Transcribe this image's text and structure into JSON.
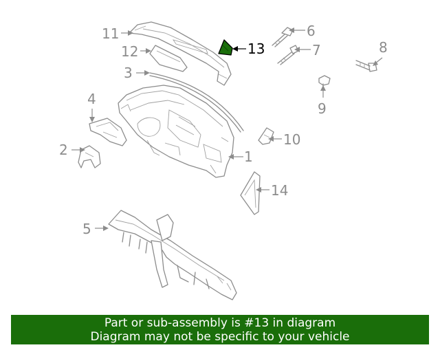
{
  "callouts": {
    "c1": "1",
    "c2": "2",
    "c3": "3",
    "c4": "4",
    "c5": "5",
    "c6": "6",
    "c7": "7",
    "c8": "8",
    "c9": "9",
    "c10": "10",
    "c11": "11",
    "c12": "12",
    "c13": "13",
    "c14": "14"
  },
  "highlight_color": "#1a6e0a",
  "banner": {
    "line1": "Part or sub-assembly is #13 in diagram",
    "line2": "Diagram may not be specific to your vehicle"
  }
}
